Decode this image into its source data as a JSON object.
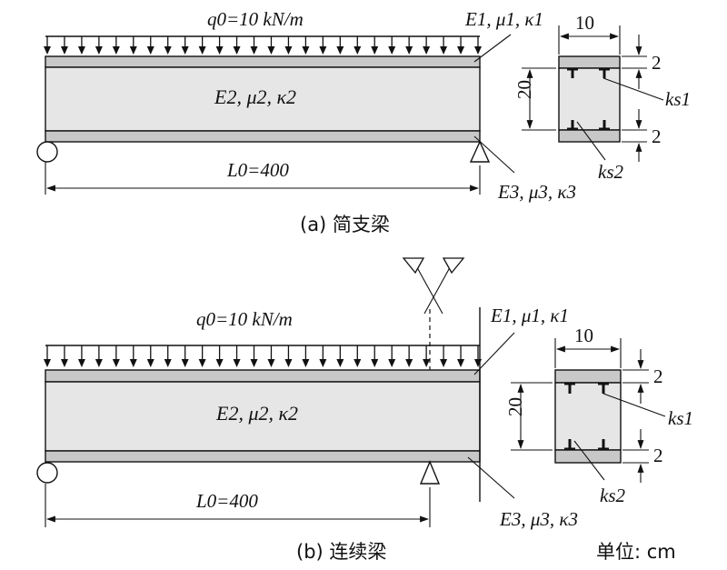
{
  "panel_a": {
    "load_label": "q0=10 kN/m",
    "top_layer_label": "E1, μ1, κ1",
    "core_label": "E2, μ2, κ2",
    "bottom_layer_label": "E3, μ3, κ3",
    "span_label": "L0=400",
    "caption": "(a) 简支梁",
    "section_width": "10",
    "section_height": "20",
    "top_thickness": "2",
    "bottom_thickness": "2",
    "connector_top": "ks1",
    "connector_bottom": "ks2"
  },
  "panel_b": {
    "load_label": "q0=10 kN/m",
    "top_layer_label": "E1, μ1, κ1",
    "core_label": "E2, μ2, κ2",
    "bottom_layer_label": "E3, μ3, κ3",
    "span_label": "L0=400",
    "caption": "(b) 连续梁",
    "section_width": "10",
    "section_height": "20",
    "top_thickness": "2",
    "bottom_thickness": "2",
    "connector_top": "ks1",
    "connector_bottom": "ks2"
  },
  "unit_label": "单位: cm",
  "colors": {
    "flange": "#c8c8c8",
    "web": "#e6e6e6",
    "line": "#111111"
  }
}
